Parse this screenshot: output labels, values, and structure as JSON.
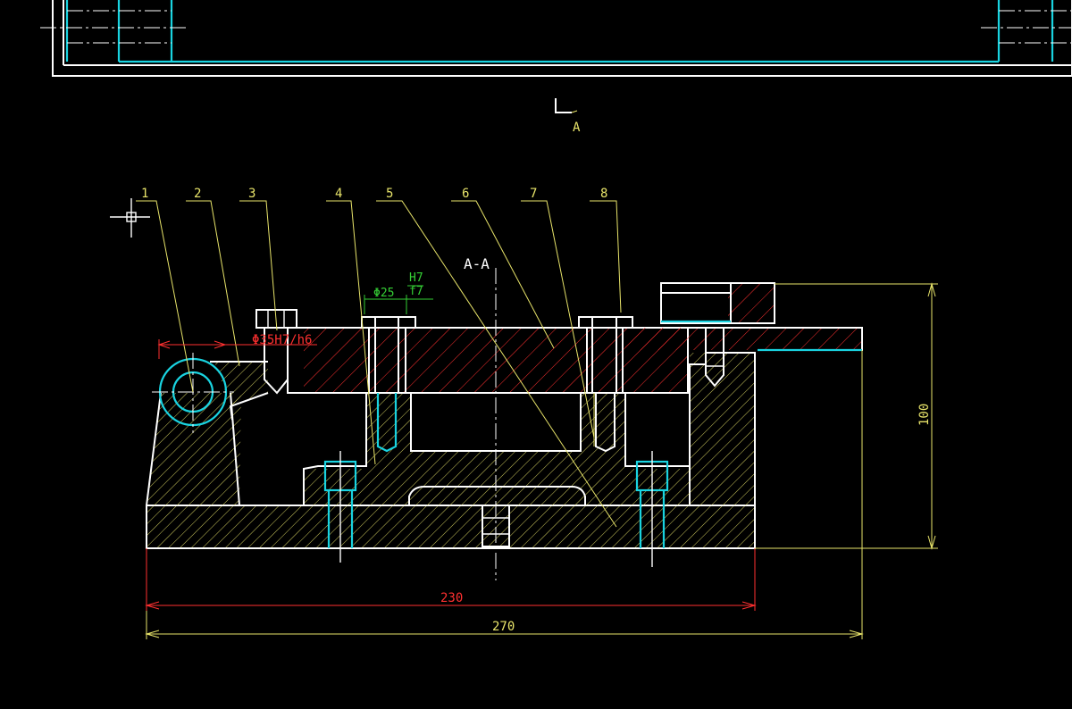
{
  "drawing": {
    "section_marker_letter": "A",
    "section_title": "A-A",
    "part_numbers": [
      "1",
      "2",
      "3",
      "4",
      "5",
      "6",
      "7",
      "8"
    ],
    "fit_annotation": "Φ35H7/h6",
    "bore_diameter": "Φ25",
    "bore_fit_upper": "H7",
    "bore_fit_lower": "f7",
    "dim_base_length": "230",
    "dim_total_length": "270",
    "dim_height": "100"
  },
  "colors": {
    "background": "#000000",
    "outline": "#ffffff",
    "hidden_parts": "#19d3e0",
    "dimension": "#e8e46a",
    "section_hatch_red": "#ff3030",
    "tolerance": "#35d035"
  }
}
